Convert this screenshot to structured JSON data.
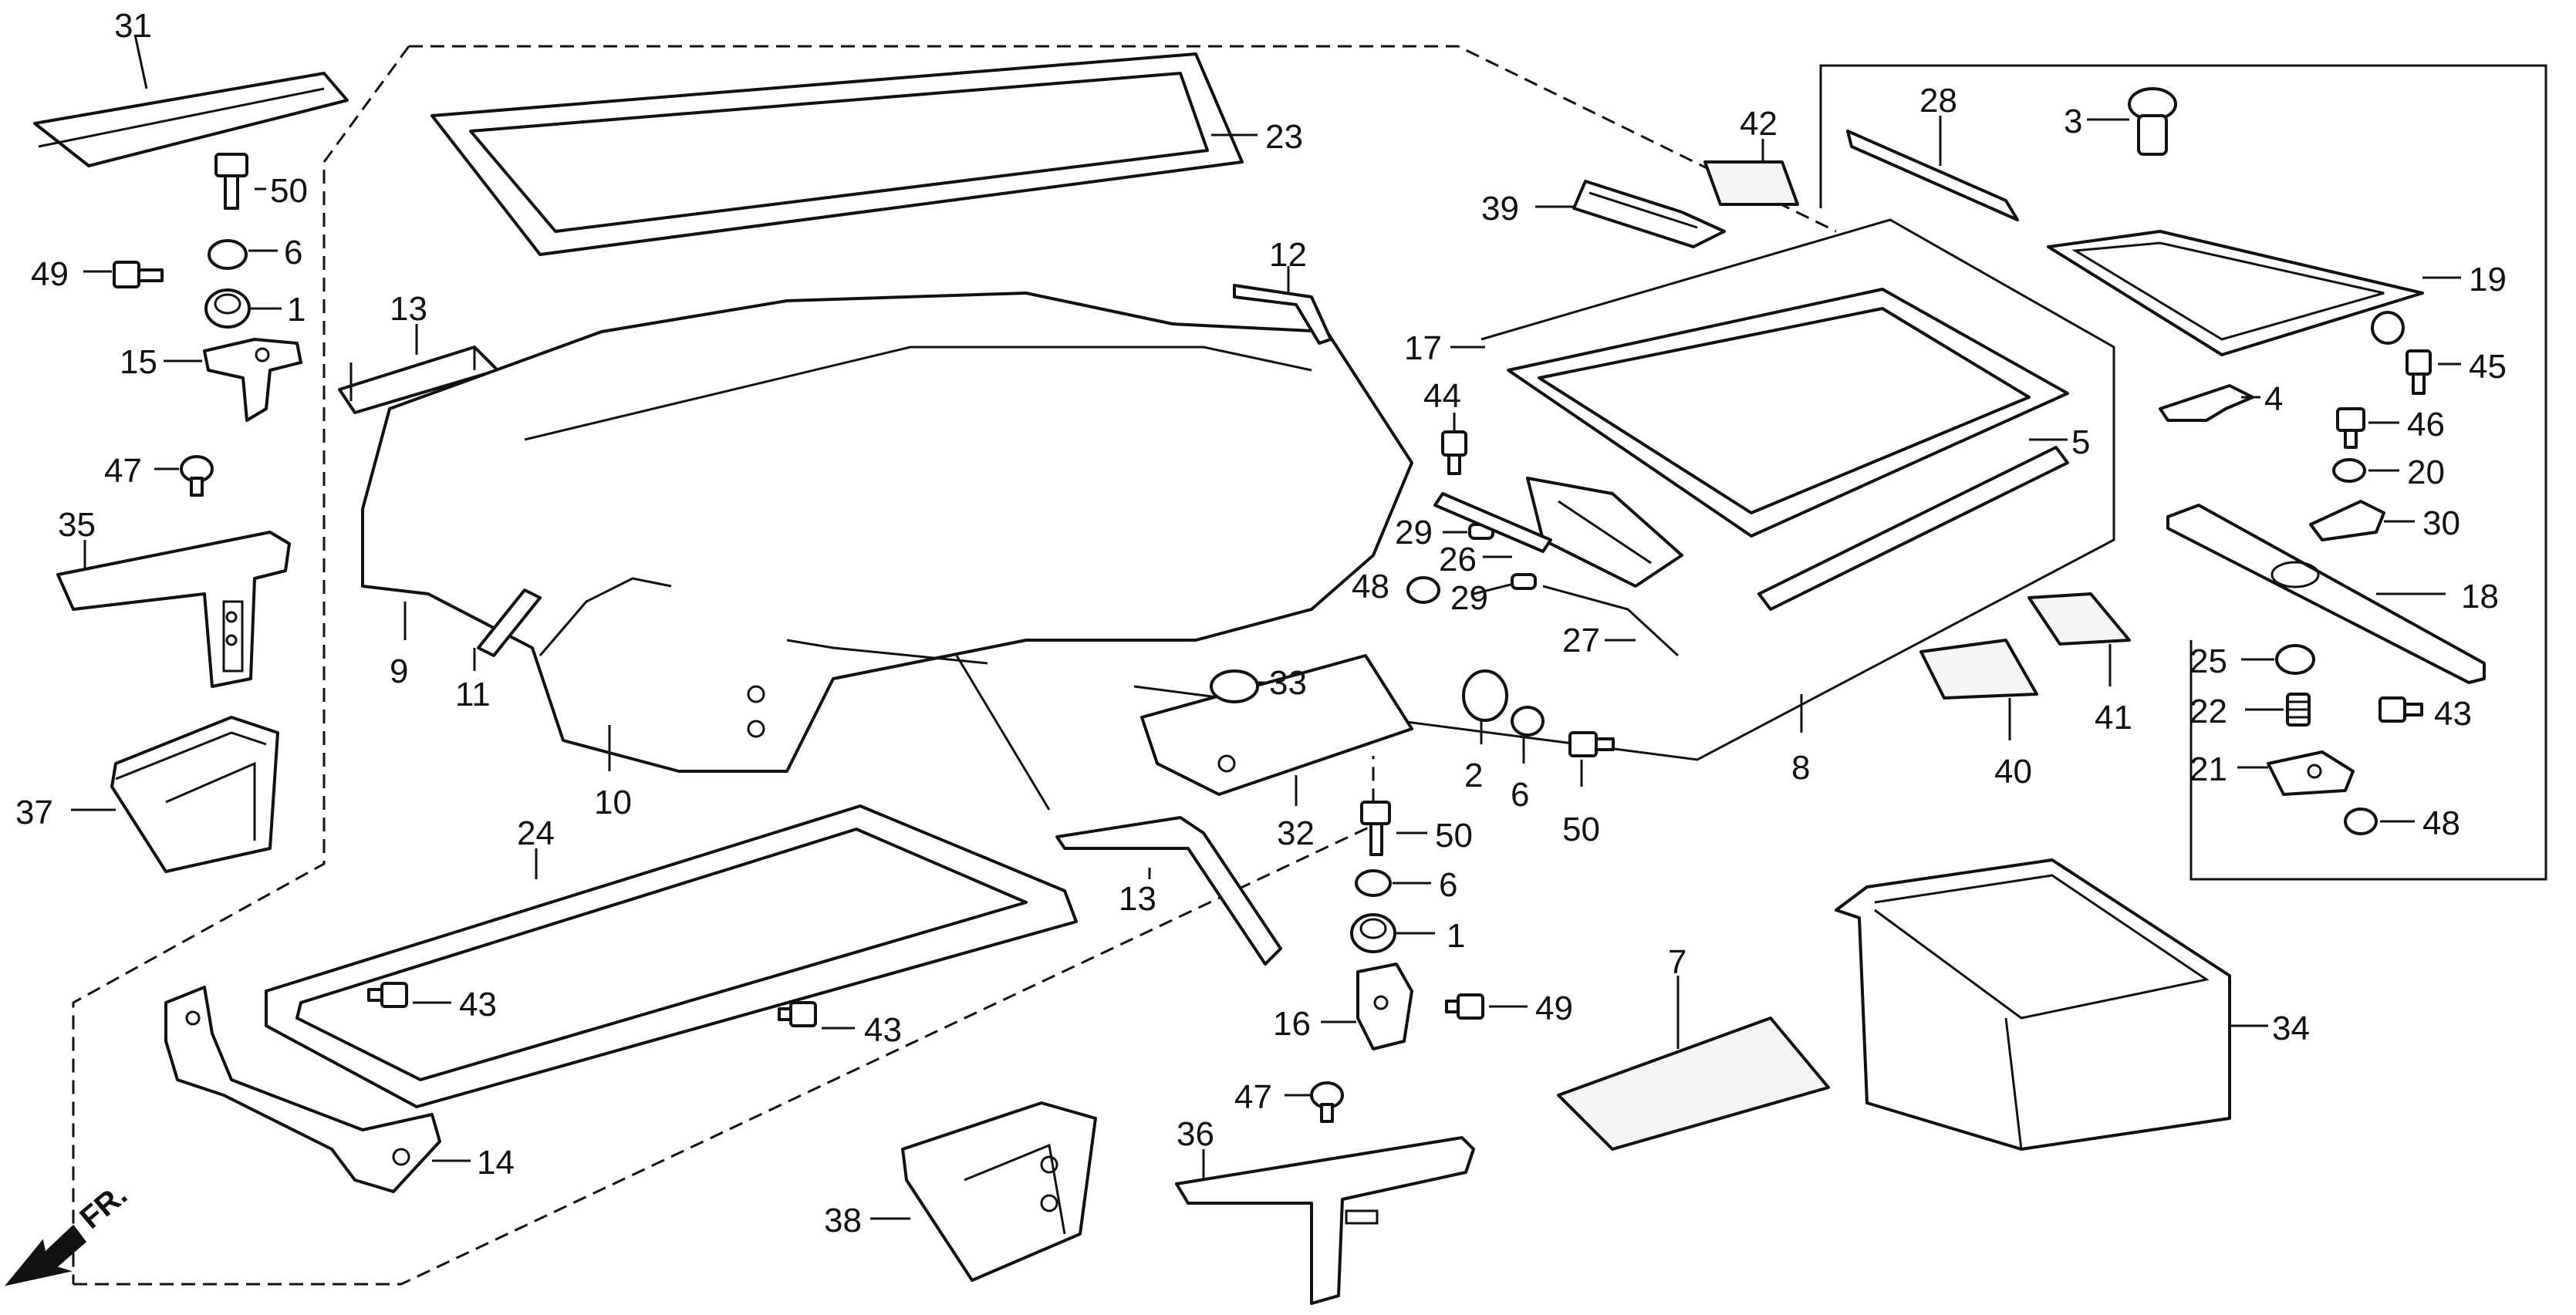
{
  "callouts": {
    "p1a": "1",
    "p1b": "1",
    "p2": "2",
    "p3": "3",
    "p4": "4",
    "p5": "5",
    "p6a": "6",
    "p6b": "6",
    "p6c": "6",
    "p7": "7",
    "p8": "8",
    "p9": "9",
    "p10": "10",
    "p11": "11",
    "p12": "12",
    "p13a": "13",
    "p13b": "13",
    "p14": "14",
    "p15": "15",
    "p16": "16",
    "p17": "17",
    "p18": "18",
    "p19": "19",
    "p20": "20",
    "p21": "21",
    "p22": "22",
    "p23": "23",
    "p24": "24",
    "p25": "25",
    "p26": "26",
    "p27": "27",
    "p28": "28",
    "p29a": "29",
    "p29b": "29",
    "p30": "30",
    "p31": "31",
    "p32": "32",
    "p33": "33",
    "p34": "34",
    "p35": "35",
    "p36": "36",
    "p37": "37",
    "p38": "38",
    "p39": "39",
    "p40": "40",
    "p41": "41",
    "p42": "42",
    "p43a": "43",
    "p43b": "43",
    "p43c": "43",
    "p44": "44",
    "p45": "45",
    "p46": "46",
    "p47a": "47",
    "p47b": "47",
    "p48a": "48",
    "p48b": "48",
    "p49a": "49",
    "p49b": "49",
    "p50a": "50",
    "p50b": "50",
    "p50c": "50"
  },
  "direction_label": "FR."
}
